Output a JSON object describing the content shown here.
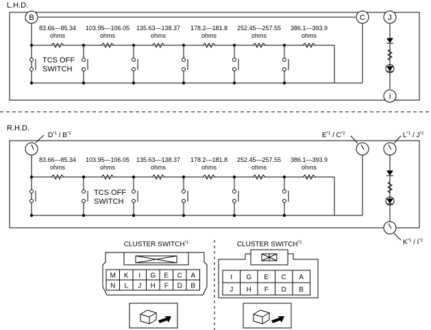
{
  "lhd": {
    "title": "L.H.D.",
    "terminals": {
      "b": "B",
      "c": "C",
      "j": "J",
      "i": "I"
    },
    "tcs_label_1": "TCS OFF",
    "tcs_label_2": "SWITCH"
  },
  "rhd": {
    "title": "R.H.D.",
    "terminal_left": {
      "main": "D",
      "sup1": "*1",
      "sep": " / B",
      "sup2": "*2"
    },
    "terminal_mid": {
      "main": "E",
      "sup1": "*1",
      "sep": " / C",
      "sup2": "*2"
    },
    "terminal_right_top": {
      "main": "L",
      "sup1": "*1",
      "sep": " / J",
      "sup2": "*2"
    },
    "terminal_right_bottom": {
      "main": "K",
      "sup1": "*1",
      "sep": " / I",
      "sup2": "*2"
    },
    "tcs_label_1": "TCS OFF",
    "tcs_label_2": "SWITCH"
  },
  "resistors": [
    {
      "range": "83.66—85.34",
      "unit": "ohms"
    },
    {
      "range": "103.95—106.05",
      "unit": "ohms"
    },
    {
      "range": "135.63—138.37",
      "unit": "ohms"
    },
    {
      "range": "178.2—181.8",
      "unit": "ohms"
    },
    {
      "range": "252.45—257.55",
      "unit": "ohms"
    },
    {
      "range": "386.1—393.9",
      "unit": "ohms"
    }
  ],
  "connectors": {
    "switch1": {
      "title": "CLUSTER SWITCH",
      "sup": "*1",
      "rows": [
        [
          "M",
          "K",
          "I",
          "G",
          "E",
          "C",
          "A"
        ],
        [
          "N",
          "L",
          "J",
          "H",
          "F",
          "D",
          "B"
        ]
      ]
    },
    "switch2": {
      "title": "CLUSTER SWITCH",
      "sup": "*2",
      "rows": [
        [
          "I",
          "G",
          "E",
          "C",
          "A"
        ],
        [
          "J",
          "H",
          "F",
          "D",
          "B"
        ]
      ]
    }
  }
}
